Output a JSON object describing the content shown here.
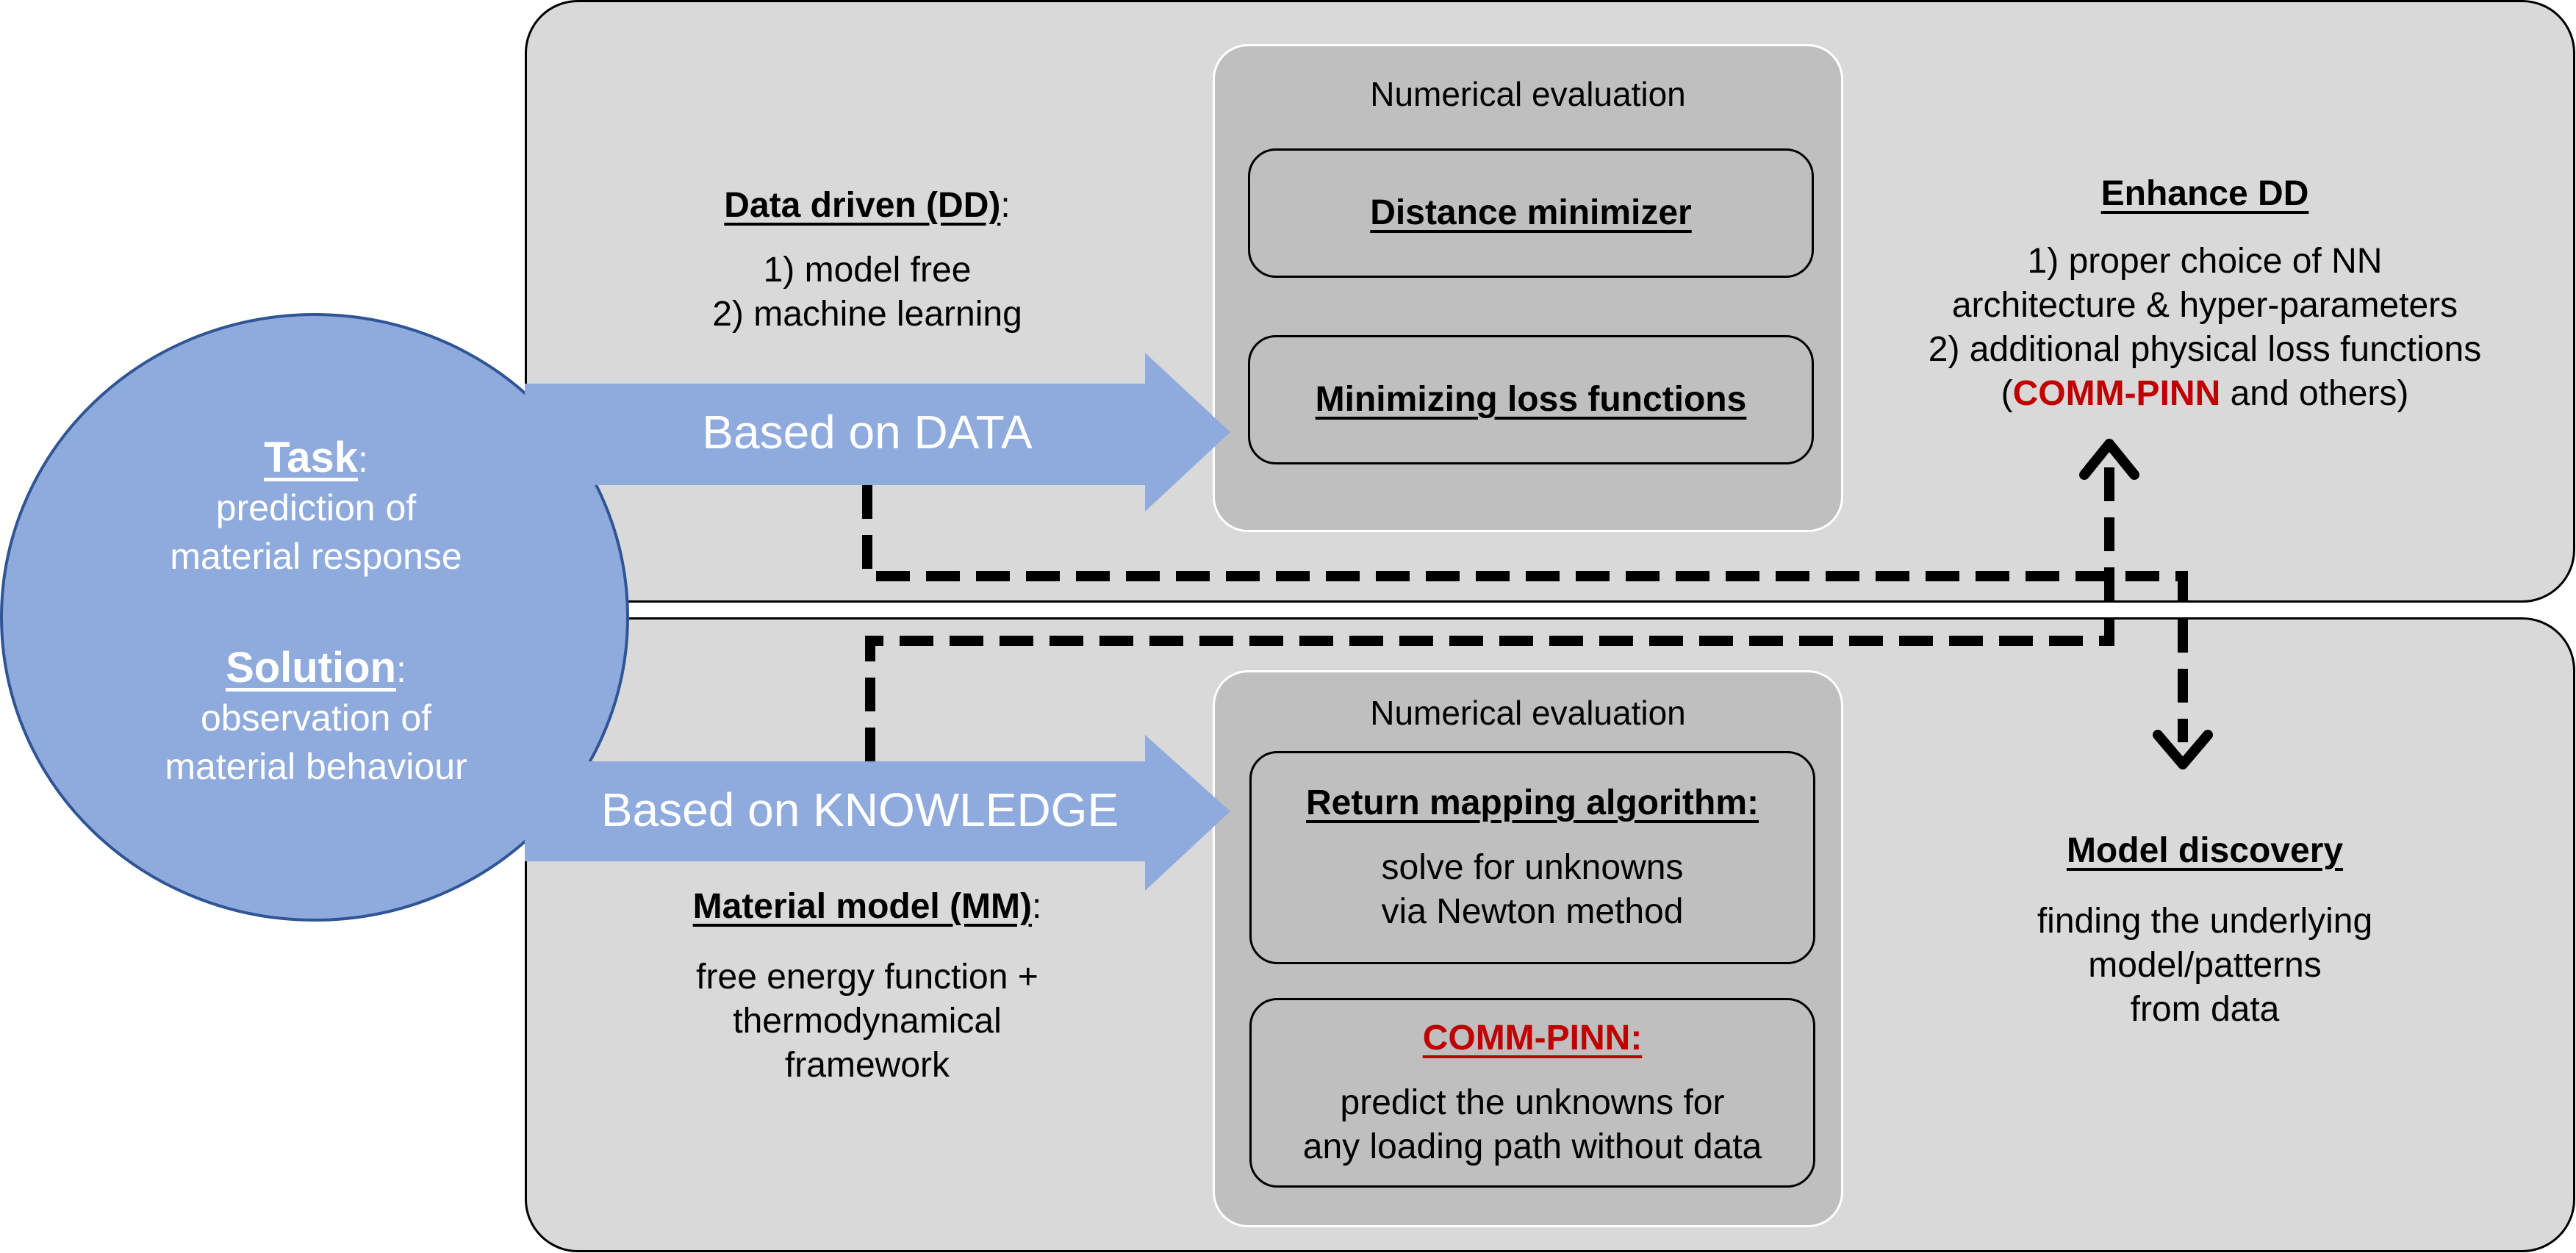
{
  "colors": {
    "panel": "#d9d9d9",
    "inner_panel": "#bfbfbf",
    "circle_arrow": "#8faadc",
    "highlight_red": "#c00000"
  },
  "circle": {
    "task_heading": "Task",
    "task_colon": ":",
    "task_text": [
      "prediction of",
      "material response"
    ],
    "solution_heading": "Solution",
    "solution_colon": ":",
    "solution_text": [
      "observation of",
      "material behaviour"
    ]
  },
  "arrows": {
    "data_label": "Based on DATA",
    "knowledge_label": "Based on KNOWLEDGE"
  },
  "data_driven": {
    "heading": "Data driven (DD)",
    "colon": ":",
    "lines": [
      "1) model free",
      "2) machine learning"
    ]
  },
  "material_model": {
    "heading": "Material model (MM)",
    "colon": ":",
    "lines": [
      "free energy function +",
      "thermodynamical",
      "framework"
    ]
  },
  "top_eval": {
    "title": "Numerical evaluation",
    "box1": "Distance minimizer",
    "box2": "Minimizing loss functions"
  },
  "bottom_eval": {
    "title": "Numerical evaluation",
    "box1_heading": "Return mapping algorithm:",
    "box1_lines": [
      "solve for unknowns",
      "via Newton method"
    ],
    "box2_heading": "COMM-PINN:",
    "box2_lines": [
      "predict the unknowns for",
      "any loading path without data"
    ]
  },
  "enhance": {
    "heading": "Enhance DD",
    "lines": [
      "1) proper choice of NN",
      "architecture & hyper-parameters",
      "2) additional physical loss functions"
    ],
    "last_open": "(",
    "last_red": "COMM-PINN",
    "last_rest": " and others)"
  },
  "discovery": {
    "heading": "Model discovery",
    "lines": [
      "finding the underlying",
      "model/patterns",
      "from data"
    ]
  }
}
